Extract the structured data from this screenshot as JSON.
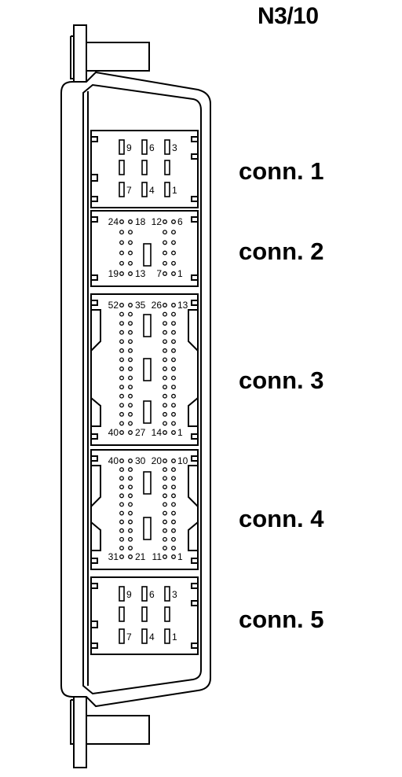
{
  "title": "N3/10",
  "connectors": [
    {
      "label": "conn. 1",
      "pins": {
        "top": [
          "9",
          "6",
          "3"
        ],
        "bottom": [
          "7",
          "4",
          "1"
        ]
      }
    },
    {
      "label": "conn. 2",
      "pins": {
        "top_left": [
          "24",
          "18"
        ],
        "top_right": [
          "12",
          "6"
        ],
        "bottom_left": [
          "19",
          "13"
        ],
        "bottom_right": [
          "7",
          "1"
        ]
      }
    },
    {
      "label": "conn. 3",
      "pins": {
        "top_left": [
          "52",
          "35"
        ],
        "top_right": [
          "26",
          "13"
        ],
        "bottom_left": [
          "40",
          "27"
        ],
        "bottom_right": [
          "14",
          "1"
        ]
      }
    },
    {
      "label": "conn. 4",
      "pins": {
        "top_left": [
          "40",
          "30"
        ],
        "top_right": [
          "20",
          "10"
        ],
        "bottom_left": [
          "31",
          "21"
        ],
        "bottom_right": [
          "11",
          "1"
        ]
      }
    },
    {
      "label": "conn. 5",
      "pins": {
        "top": [
          "9",
          "6",
          "3"
        ],
        "bottom": [
          "7",
          "4",
          "1"
        ]
      }
    }
  ]
}
